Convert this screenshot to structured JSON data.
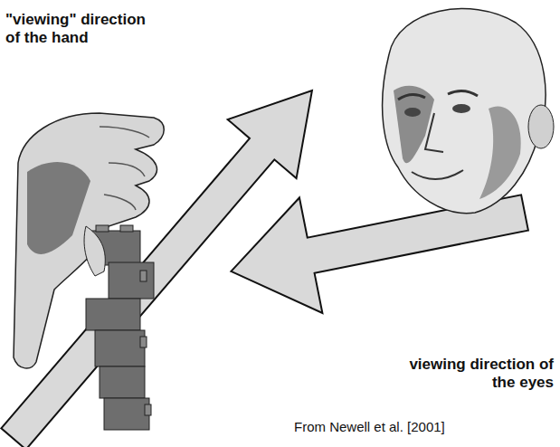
{
  "diagram": {
    "caption": "From Newell et al. [2001]",
    "labels": [
      "\"viewing\" direction of the hand",
      "viewing direction of the eyes"
    ]
  }
}
